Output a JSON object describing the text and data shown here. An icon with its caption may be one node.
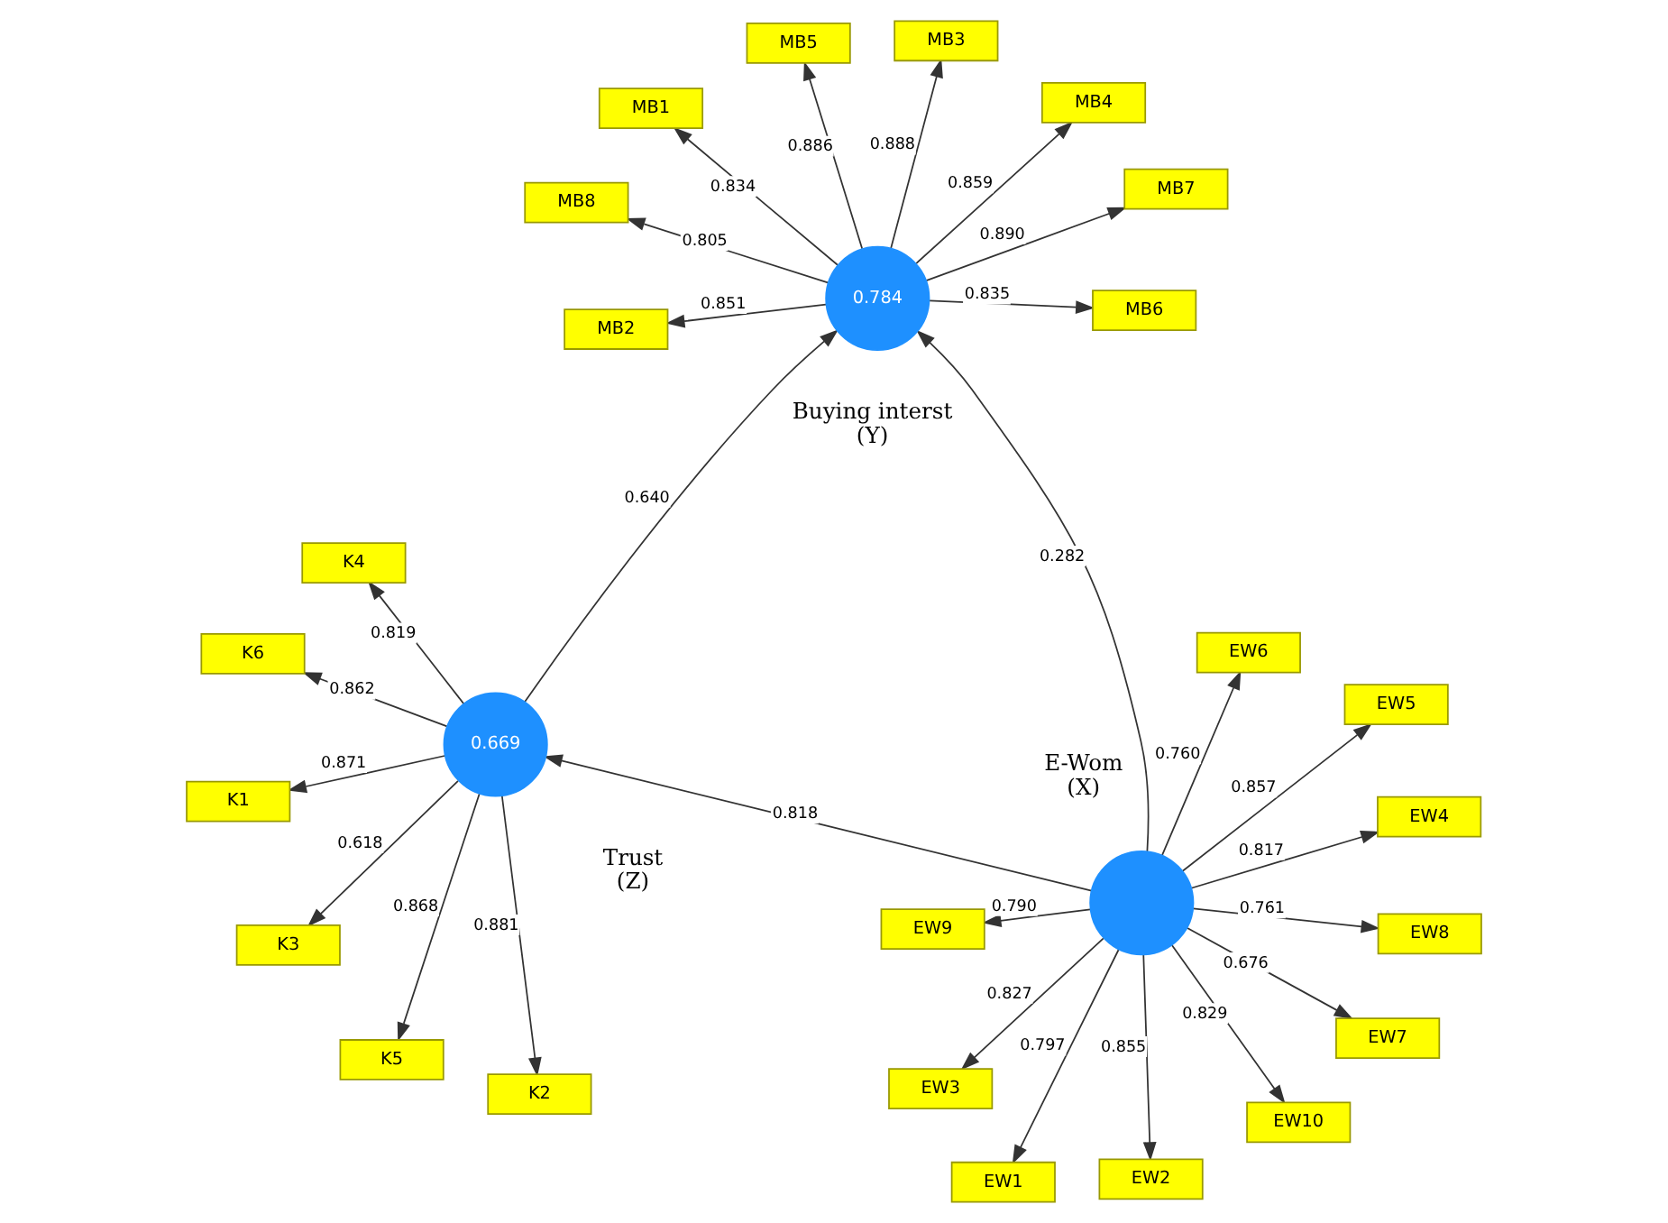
{
  "diagram": {
    "nodes": [
      {
        "text": [
          "K1"
        ]
      },
      {
        "text": [
          "K2"
        ]
      },
      {
        "text": [
          "K3"
        ]
      },
      {
        "text": [
          "K4"
        ]
      },
      {
        "text": [
          "K5"
        ]
      },
      {
        "text": [
          "K6"
        ]
      },
      {
        "text": [
          "0.669"
        ],
        "beside": [
          "Trust",
          "(Z)"
        ]
      },
      {
        "text": [
          "EW1"
        ]
      },
      {
        "text": [
          "EW10"
        ]
      },
      {
        "text": [
          "EW2"
        ]
      },
      {
        "text": [
          "EW3"
        ]
      },
      {
        "text": [
          "EW4"
        ]
      },
      {
        "text": [
          "EW5"
        ]
      },
      {
        "text": [
          "EW6"
        ]
      },
      {
        "text": [
          "EW7"
        ]
      },
      {
        "text": [
          "EW8"
        ]
      },
      {
        "text": [
          "EW9"
        ]
      },
      {
        "text": [],
        "shape": "circle",
        "beside": [
          "E-Wom",
          "(X)"
        ]
      },
      {
        "text": [
          "MB1"
        ]
      },
      {
        "text": [
          "MB2"
        ]
      },
      {
        "text": [
          "MB3"
        ]
      },
      {
        "text": [
          "MB4"
        ]
      },
      {
        "text": [
          "MB5"
        ]
      },
      {
        "text": [
          "MB6"
        ]
      },
      {
        "text": [
          "MB7"
        ]
      },
      {
        "text": [
          "MB8"
        ]
      },
      {
        "text": [
          "0.784"
        ],
        "beside": [
          "Buying interst",
          "(Y)"
        ]
      }
    ],
    "edges": [
      {
        "from": 6,
        "to": 0,
        "arrow": "to",
        "label": "0.871"
      },
      {
        "from": 6,
        "to": 1,
        "arrow": "to",
        "label": "0.881"
      },
      {
        "from": 6,
        "to": 2,
        "arrow": "to",
        "label": "0.618"
      },
      {
        "from": 6,
        "to": 3,
        "arrow": "to",
        "label": "0.819"
      },
      {
        "from": 6,
        "to": 4,
        "arrow": "to",
        "label": "0.868"
      },
      {
        "from": 6,
        "to": 5,
        "arrow": "to",
        "label": "0.862"
      },
      {
        "from": 17,
        "to": 7,
        "arrow": "to",
        "label": "0.797"
      },
      {
        "from": 17,
        "to": 8,
        "arrow": "to",
        "label": "0.829"
      },
      {
        "from": 17,
        "to": 9,
        "arrow": "to",
        "label": "0.855"
      },
      {
        "from": 17,
        "to": 10,
        "arrow": "to",
        "label": "0.827"
      },
      {
        "from": 17,
        "to": 11,
        "arrow": "to",
        "label": "0.817"
      },
      {
        "from": 17,
        "to": 12,
        "arrow": "to",
        "label": "0.857"
      },
      {
        "from": 17,
        "to": 13,
        "arrow": "to",
        "label": "0.760"
      },
      {
        "from": 17,
        "to": 14,
        "arrow": "to",
        "label": "0.676"
      },
      {
        "from": 17,
        "to": 15,
        "arrow": "to",
        "label": "0.761"
      },
      {
        "from": 17,
        "to": 16,
        "arrow": "to",
        "label": "0.790"
      },
      {
        "from": 26,
        "to": 18,
        "arrow": "to",
        "label": "0.834"
      },
      {
        "from": 26,
        "to": 19,
        "arrow": "to",
        "label": "0.851"
      },
      {
        "from": 26,
        "to": 20,
        "arrow": "to",
        "label": "0.888"
      },
      {
        "from": 26,
        "to": 21,
        "arrow": "to",
        "label": "0.859"
      },
      {
        "from": 26,
        "to": 22,
        "arrow": "to",
        "label": "0.886"
      },
      {
        "from": 26,
        "to": 23,
        "arrow": "to",
        "label": "0.835"
      },
      {
        "from": 26,
        "to": 24,
        "arrow": "to",
        "label": "0.890"
      },
      {
        "from": 26,
        "to": 25,
        "arrow": "to",
        "label": "0.805"
      },
      {
        "from": 17,
        "to": 6,
        "arrow": "to",
        "label": "0.818"
      },
      {
        "from": 6,
        "to": 26,
        "arrow": "to",
        "label": "0.640"
      },
      {
        "from": 17,
        "to": 26,
        "arrow": "to",
        "label": "0.282"
      }
    ]
  }
}
